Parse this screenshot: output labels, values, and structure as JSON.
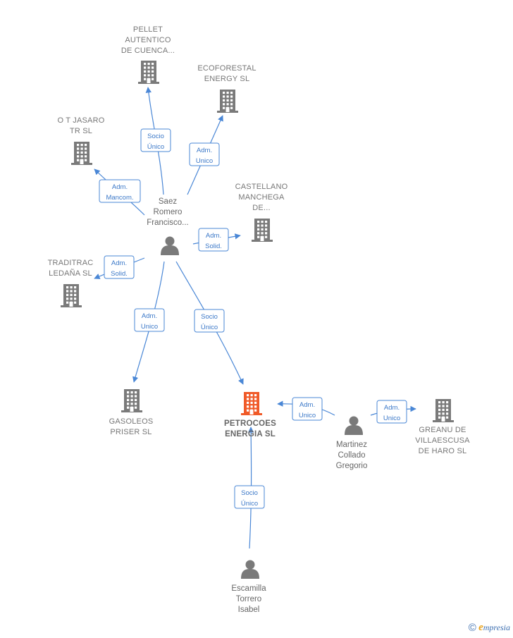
{
  "colors": {
    "edge": "#4a87d6",
    "company": "#7a7a7a",
    "company_main": "#f05a28",
    "person": "#7a7a7a",
    "label": "#777777"
  },
  "companies": [
    {
      "id": "pellet",
      "lines": [
        "PELLET",
        "AUTENTICO",
        "DE CUENCA..."
      ],
      "main": false
    },
    {
      "id": "ecoforestal",
      "lines": [
        "ECOFORESTAL",
        "ENERGY  SL"
      ],
      "main": false
    },
    {
      "id": "ot-jasaro",
      "lines": [
        "O T JASARO",
        "TR SL"
      ],
      "main": false
    },
    {
      "id": "castellano",
      "lines": [
        "CASTELLANO",
        "MANCHEGA",
        "DE..."
      ],
      "main": false
    },
    {
      "id": "traditrac",
      "lines": [
        "TRADITRAC",
        "LEDAÑA SL"
      ],
      "main": false
    },
    {
      "id": "gasoleos",
      "lines": [
        "GASOLEOS",
        "PRISER SL"
      ],
      "main": false
    },
    {
      "id": "petrocoes",
      "lines": [
        "PETROCOES",
        "ENERGIA  SL"
      ],
      "main": true
    },
    {
      "id": "greanu",
      "lines": [
        "GREANU DE",
        "VILLAESCUSA",
        "DE HARO  SL"
      ],
      "main": false
    }
  ],
  "persons": [
    {
      "id": "saez",
      "lines": [
        "Saez",
        "Romero",
        "Francisco..."
      ]
    },
    {
      "id": "martinez",
      "lines": [
        "Martinez",
        "Collado",
        "Gregorio"
      ]
    },
    {
      "id": "escamilla",
      "lines": [
        "Escamilla",
        "Torrero",
        "Isabel"
      ]
    }
  ],
  "edges": [
    {
      "id": "saez-pellet",
      "label": [
        "Socio",
        "Único"
      ]
    },
    {
      "id": "saez-ecoforestal",
      "label": [
        "Adm.",
        "Unico"
      ]
    },
    {
      "id": "saez-otjasaro",
      "label": [
        "Adm.",
        "Mancom."
      ]
    },
    {
      "id": "saez-castellano",
      "label": [
        "Adm.",
        "Solid."
      ]
    },
    {
      "id": "saez-traditrac",
      "label": [
        "Adm.",
        "Solid."
      ]
    },
    {
      "id": "saez-gasoleos",
      "label": [
        "Adm.",
        "Unico"
      ]
    },
    {
      "id": "saez-petrocoes",
      "label": [
        "Socio",
        "Único"
      ]
    },
    {
      "id": "martinez-petrocoes",
      "label": [
        "Adm.",
        "Unico"
      ]
    },
    {
      "id": "martinez-greanu",
      "label": [
        "Adm.",
        "Unico"
      ]
    },
    {
      "id": "escamilla-petrocoes",
      "label": [
        "Socio",
        "Único"
      ]
    }
  ],
  "footer": {
    "copyright": "©",
    "brand_initial": "e",
    "brand_rest": "mpresia"
  }
}
